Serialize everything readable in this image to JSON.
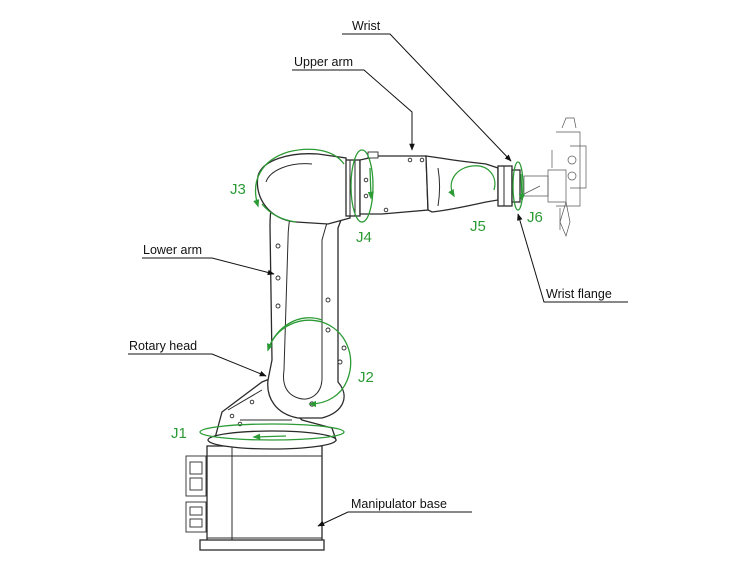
{
  "labels": {
    "wrist": "Wrist",
    "upper_arm": "Upper arm",
    "lower_arm": "Lower arm",
    "rotary_head": "Rotary head",
    "wrist_flange": "Wrist flange",
    "manipulator_base": "Manipulator base"
  },
  "joints": {
    "j1": "J1",
    "j2": "J2",
    "j3": "J3",
    "j4": "J4",
    "j5": "J5",
    "j6": "J6"
  },
  "colors": {
    "joint_green": "#2c9b36",
    "line": "#2b2b2b"
  }
}
